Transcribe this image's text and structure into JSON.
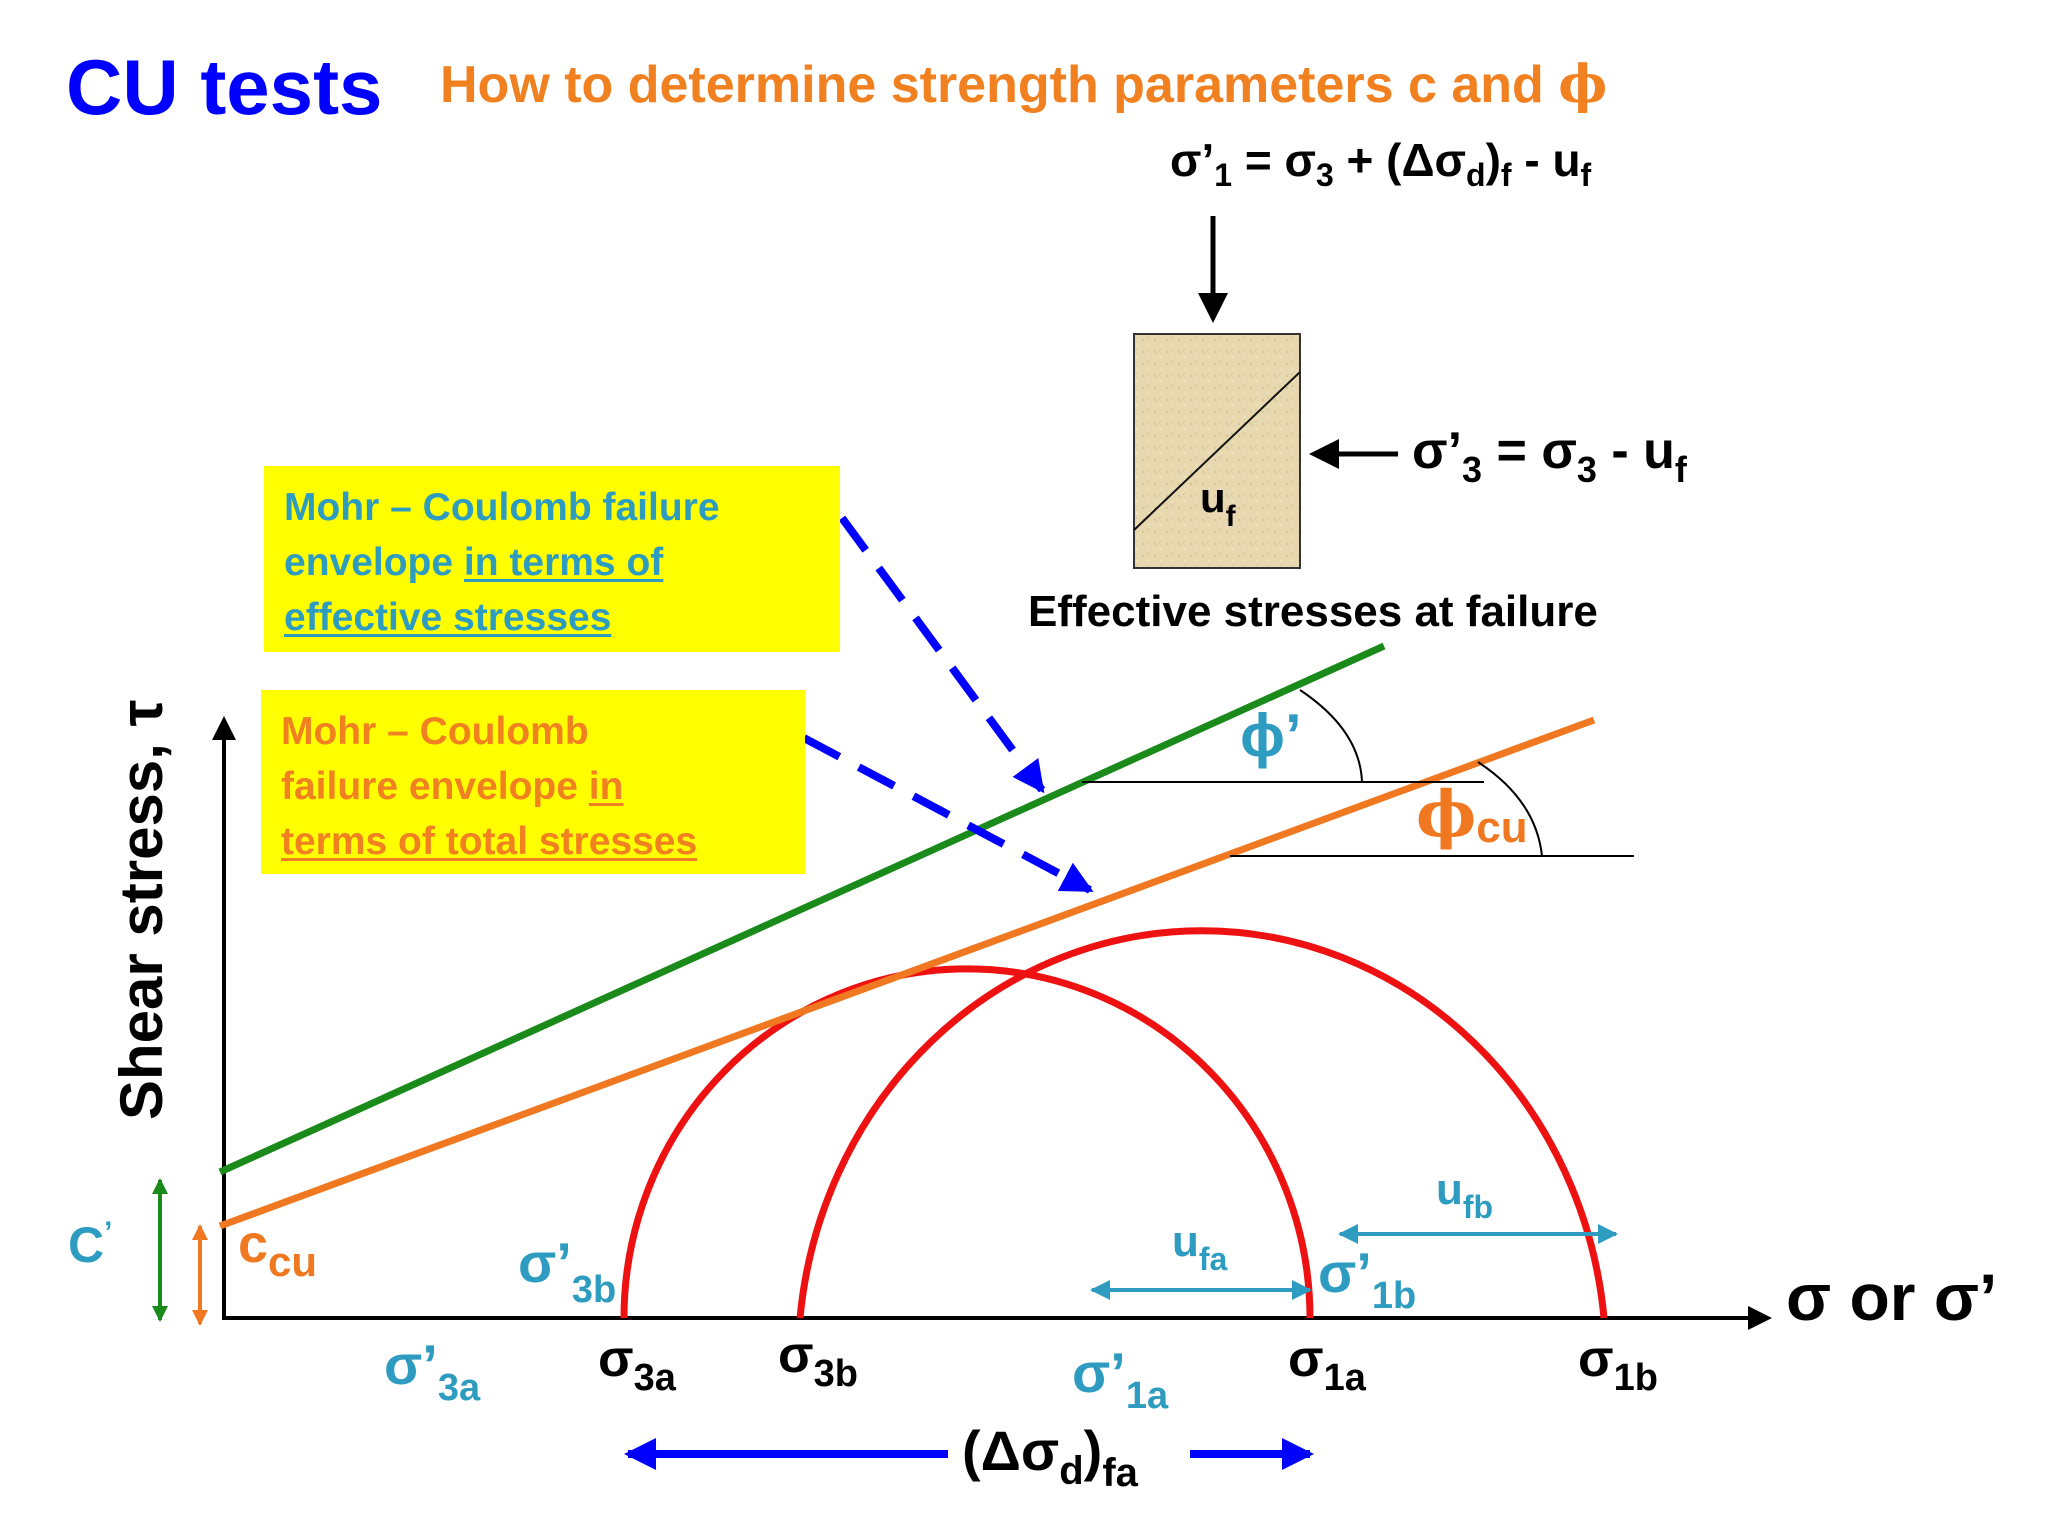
{
  "title": "CU tests",
  "subtitle_prefix": "How to determine strength parameters c and ",
  "subtitle_phi": "ϕ",
  "effective_stress_formula": {
    "sigma1": "σ’",
    "sigma1_sub": "1",
    "eq1_rhs_a": " = σ",
    "eq1_rhs_a_sub": "3",
    "eq1_rhs_b": " + (Δσ",
    "eq1_rhs_b_sub": "d",
    "eq1_rhs_c": ")",
    "eq1_rhs_c_sub": "f",
    "eq1_rhs_d": " - u",
    "eq1_rhs_d_sub": "f",
    "sigma3": "σ’",
    "sigma3_sub": "3",
    "eq3_rhs_a": " = σ",
    "eq3_rhs_a_sub": "3",
    "eq3_rhs_b": " - u",
    "eq3_rhs_b_sub": "f"
  },
  "specimen": {
    "pore_label": "u",
    "pore_label_sub": "f",
    "caption": "Effective stresses at failure"
  },
  "callouts": {
    "effective": {
      "line1": "Mohr – Coulomb failure",
      "line2_plain": "envelope ",
      "line2_underlined": "in terms of",
      "line3_underlined": "effective stresses"
    },
    "total": {
      "line1": "Mohr – Coulomb",
      "line2_plain": "failure envelope ",
      "line2_underlined": "in",
      "line3_underlined": "terms of total stresses"
    }
  },
  "axes": {
    "y_label": "Shear stress, τ",
    "x_label": "σ or σ’"
  },
  "labels": {
    "phi_eff": "ϕ’",
    "phi_cu": "ϕ",
    "phi_cu_sub": "cu",
    "c_eff": "C",
    "c_eff_sup": "’",
    "c_cu": "c",
    "c_cu_sub": "cu",
    "sigma3a": "σ",
    "sigma3a_sub": "3a",
    "sigma3b": "σ",
    "sigma3b_sub": "3b",
    "sigma1a": "σ",
    "sigma1a_sub": "1a",
    "sigma1b": "σ",
    "sigma1b_sub": "1b",
    "sigma_eff_3a": "σ’",
    "sigma_eff_3a_sub": "3a",
    "sigma_eff_3b": "σ’",
    "sigma_eff_3b_sub": "3b",
    "sigma_eff_1a": "σ’",
    "sigma_eff_1a_sub": "1a",
    "sigma_eff_1b": "σ’",
    "sigma_eff_1b_sub": "1b",
    "ufa": "u",
    "ufa_sub": "fa",
    "ufb": "u",
    "ufb_sub": "fb",
    "delta_sigma": "(Δσ",
    "delta_sigma_sub1": "d",
    "delta_sigma_close": ")",
    "delta_sigma_sub2": "fa"
  },
  "colors": {
    "title": "#0000ff",
    "subtitle": "#f08020",
    "effective_envelope": "#1a8a1a",
    "total_envelope": "#f07820",
    "mohr_circle": "#ee1111",
    "effective_label": "#2e9cc0",
    "callout_bg": "#ffff00",
    "arrow_blue": "#0000ff"
  }
}
